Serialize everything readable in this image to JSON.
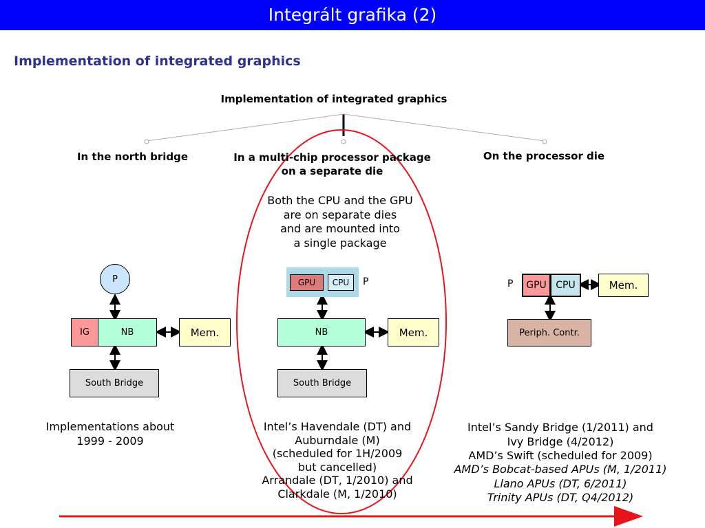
{
  "slide": {
    "title": "Integrált grafika (2)",
    "subtitle": "Implementation of integrated graphics"
  },
  "tree": {
    "root": "Implementation of integrated graphics",
    "branches": [
      "In the north bridge",
      "In a multi-chip processor package\non a separate die",
      "On the processor die"
    ]
  },
  "middle_desc": "Both the CPU and the GPU\nare on separate dies\nand are mounted into\na single package",
  "left_diagram": {
    "p": "P",
    "ig": "IG",
    "nb": "NB",
    "mem": "Mem.",
    "sb": "South Bridge"
  },
  "middle_diagram": {
    "gpu": "GPU",
    "cpu": "CPU",
    "p": "P",
    "nb": "NB",
    "mem": "Mem.",
    "sb": "South Bridge"
  },
  "right_diagram": {
    "p": "P",
    "gpu": "GPU",
    "cpu": "CPU",
    "mem": "Mem.",
    "periph": "Periph. Contr."
  },
  "notes": {
    "left": "Implementations about\n1999 - 2009",
    "middle": "Intel’s Havendale (DT) and\nAuburndale (M)\n(scheduled for 1H/2009\nbut cancelled)\nArrandale (DT, 1/2010) and\nClarkdale (M, 1/2010)",
    "right_plain": "Intel’s Sandy Bridge (1/2011) and\nIvy Bridge (4/2012)\nAMD’s Swift (scheduled for 2009)",
    "right_italic": "AMD’s Bobcat-based APUs (M, 1/2011)\nLlano APUs (DT, 6/2011)\nTrinity APUs (DT, Q4/2012)"
  },
  "colors": {
    "title_bar": "#0000ff",
    "subtitle": "#2e3192",
    "ig": "#ff9999",
    "nb": "#b3ffdb",
    "mem": "#ffffcc",
    "sb": "#dcdcdc",
    "p": "#cce5ff",
    "gpu": "#dd7a7a",
    "cpu": "#d6eef6",
    "package": "#add8e6",
    "periph": "#d9b3a3",
    "highlight": "#e8141c"
  }
}
